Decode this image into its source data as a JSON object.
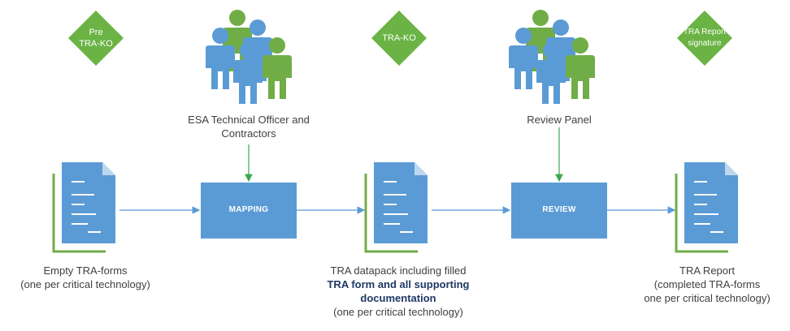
{
  "milestones": [
    {
      "label": "Pre\nTRA-KO"
    },
    {
      "label": "TRA-KO"
    },
    {
      "label": "TRA Report\nsignature"
    }
  ],
  "actors": [
    {
      "label": "ESA Technical Officer and\nContractors"
    },
    {
      "label": "Review Panel"
    }
  ],
  "processes": [
    {
      "label": "MAPPING"
    },
    {
      "label": "REVIEW"
    }
  ],
  "documents": {
    "empty_forms": {
      "line1": "Empty TRA-forms",
      "line2": "(one per critical technology)"
    },
    "datapack": {
      "line1": "TRA datapack including filled",
      "bold1": "TRA form and all supporting",
      "bold2": "documentation",
      "line4": "(one per critical technology)"
    },
    "report": {
      "line1": "TRA Report",
      "line2": "(completed TRA-forms",
      "line3": "one per critical technology)"
    }
  },
  "colors": {
    "diamond": "#6ab344",
    "process": "#5b9bd5",
    "doc_blue": "#5b9bd5",
    "doc_green": "#70ad47",
    "arrow_blue": "#5b9bd5",
    "arrow_green": "#3aa84a",
    "person_blue": "#5b9bd5",
    "person_green": "#70ad47"
  }
}
